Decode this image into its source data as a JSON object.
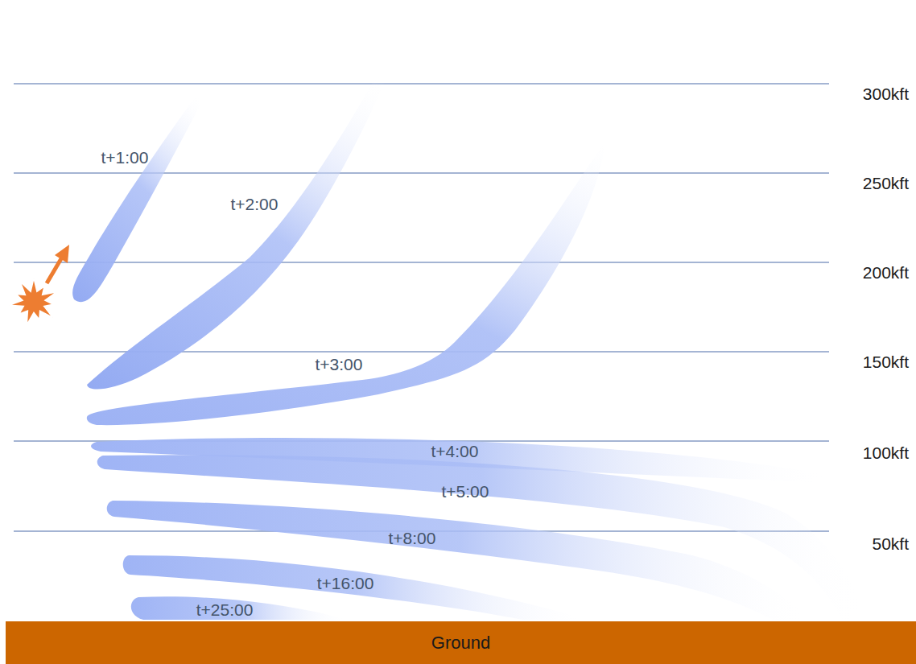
{
  "diagram": {
    "nodes": [
      {
        "text": [
          "Ground"
        ]
      }
    ],
    "labels": [
      "300kft",
      "250kft",
      "200kft",
      "150kft",
      "100kft",
      "50kft",
      "t+1:00",
      "t+2:00",
      "t+3:00",
      "t+4:00",
      "t+5:00",
      "t+8:00",
      "t+16:00",
      "t+25:00"
    ]
  }
}
